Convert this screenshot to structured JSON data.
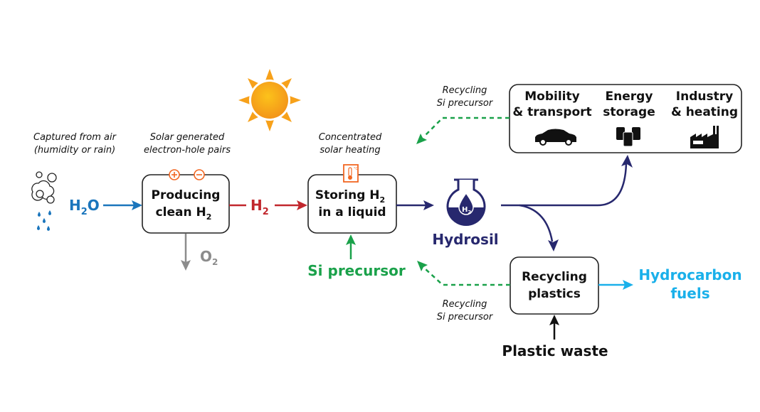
{
  "title": "Hydrosil solar hydrogen storage process",
  "colors": {
    "water": "#1a75bc",
    "hydrogen": "#c1272d",
    "oxygen": "#8c8c8c",
    "si_precursor": "#1aa14a",
    "hydrosil": "#27286e",
    "hydrocarbon": "#1ab0ea",
    "sun": "#f7a11a",
    "accent_orange": "#f26722",
    "black": "#111111"
  },
  "annotations": {
    "captured_line1": "Captured from air",
    "captured_line2": "(humidity or rain)",
    "solar_line1": "Solar generated",
    "solar_line2": "electron-hole pairs",
    "heating_line1": "Concentrated",
    "heating_line2": "solar heating",
    "recycling_top_line1": "Recycling",
    "recycling_top_line2": "Si precursor",
    "recycling_bottom_line1": "Recycling",
    "recycling_bottom_line2": "Si precursor"
  },
  "nodes": {
    "producing": {
      "line1": "Producing",
      "line2": "clean H",
      "sub": "2"
    },
    "storing": {
      "line1": "Storing H",
      "sub": "2",
      "line2": "in a liquid"
    },
    "recycling_plastics": {
      "line1": "Recycling",
      "line2": "plastics"
    },
    "applications": [
      {
        "line1": "Mobility",
        "line2": "& transport",
        "icon": "car-icon"
      },
      {
        "line1": "Energy",
        "line2": "storage",
        "icon": "barrels-icon"
      },
      {
        "line1": "Industry",
        "line2": "& heating",
        "icon": "factory-icon"
      }
    ]
  },
  "labels": {
    "h2o_main": "H",
    "h2o_sub": "2",
    "h2o_tail": "O",
    "h2_main": "H",
    "h2_sub": "2",
    "o2_main": "O",
    "o2_sub": "2",
    "si_precursor": "Si precursor",
    "hydrosil": "Hydrosil",
    "flask_h": "H",
    "flask_sub": "2",
    "hydrocarbon_line1": "Hydrocarbon",
    "hydrocarbon_line2": "fuels",
    "plastic_waste": "Plastic waste",
    "thermo_unit": "°C"
  }
}
